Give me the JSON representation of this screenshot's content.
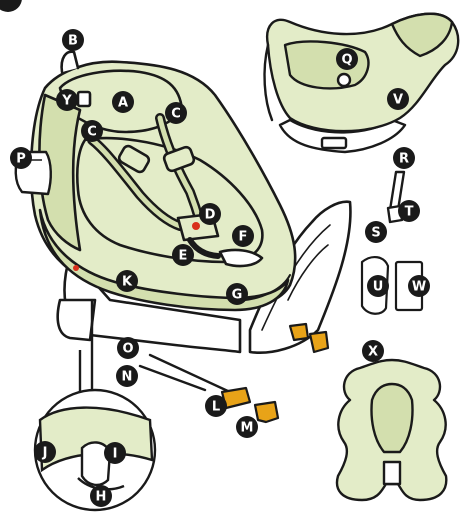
{
  "diagram": {
    "colors": {
      "outline": "#1a1a1a",
      "seat_fill": "#e3ecc8",
      "seat_shade": "#d3dfae",
      "marker_fill": "#1a1a1a",
      "marker_text": "#ffffff",
      "connector_fill": "#e8a318",
      "indicator_red": "#d9301c",
      "background": "#ffffff"
    },
    "markers": [
      {
        "id": "marker-a",
        "letter": "A"
      },
      {
        "id": "marker-b",
        "letter": "B"
      },
      {
        "id": "marker-c-upper",
        "letter": "C"
      },
      {
        "id": "marker-c-lower",
        "letter": "C"
      },
      {
        "id": "marker-d",
        "letter": "D"
      },
      {
        "id": "marker-e",
        "letter": "E"
      },
      {
        "id": "marker-f",
        "letter": "F"
      },
      {
        "id": "marker-g",
        "letter": "G"
      },
      {
        "id": "marker-h",
        "letter": "H"
      },
      {
        "id": "marker-i",
        "letter": "I"
      },
      {
        "id": "marker-j",
        "letter": "J"
      },
      {
        "id": "marker-k",
        "letter": "K"
      },
      {
        "id": "marker-l",
        "letter": "L"
      },
      {
        "id": "marker-m",
        "letter": "M"
      },
      {
        "id": "marker-n",
        "letter": "N"
      },
      {
        "id": "marker-o",
        "letter": "O"
      },
      {
        "id": "marker-p",
        "letter": "P"
      },
      {
        "id": "marker-q",
        "letter": "Q"
      },
      {
        "id": "marker-r",
        "letter": "R"
      },
      {
        "id": "marker-s",
        "letter": "S"
      },
      {
        "id": "marker-t",
        "letter": "T"
      },
      {
        "id": "marker-u",
        "letter": "U"
      },
      {
        "id": "marker-v",
        "letter": "V"
      },
      {
        "id": "marker-w",
        "letter": "W"
      },
      {
        "id": "marker-x",
        "letter": "X"
      },
      {
        "id": "marker-y",
        "letter": "Y"
      }
    ]
  }
}
